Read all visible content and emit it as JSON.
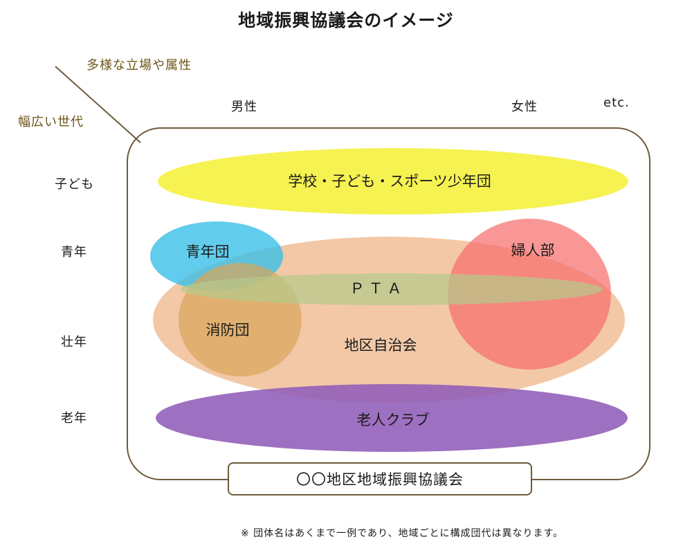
{
  "title": "地域振興協議会のイメージ",
  "axes": {
    "diversity": "多様な立場や属性",
    "generations": "幅広い世代"
  },
  "columns": {
    "male": "男性",
    "female": "女性",
    "etc": "etc."
  },
  "rows": {
    "children": "子ども",
    "youth": "青年",
    "adult": "壮年",
    "elderly": "老年"
  },
  "groups": {
    "school": "学校・子ども・スポーツ少年団",
    "youth_group": "青年団",
    "womens_group": "婦人部",
    "pta": "ＰＴＡ",
    "fire_brigade": "消防団",
    "neighborhood": "地区自治会",
    "elderly_club": "老人クラブ"
  },
  "council_label": "〇〇地区地域振興協議会",
  "note": "※ 団体名はあくまで一例であり、地域ごとに構成団代は異なります。",
  "colors": {
    "school": "#f4f03a",
    "youth_group": "#3bbfe8",
    "womens_group": "#f76b6b",
    "pta": "#c2cd8d",
    "fire_brigade": "#d9a55a",
    "neighborhood": "#f0b88e",
    "elderly_club": "#8f5cb8",
    "frame": "#6b5a3a",
    "axis_text": "#6b5416"
  }
}
